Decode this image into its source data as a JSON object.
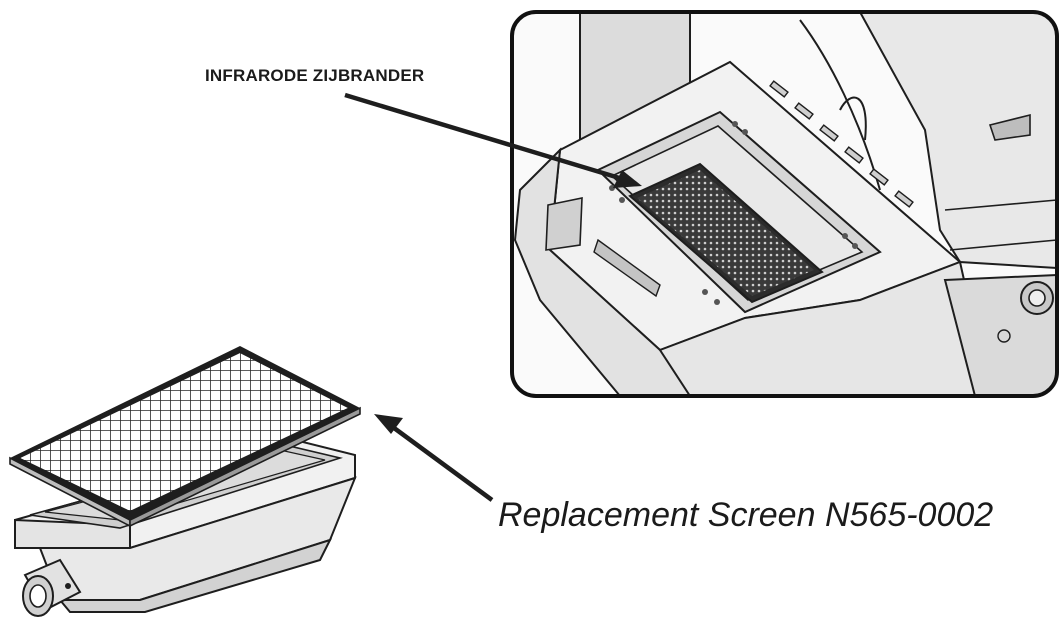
{
  "labels": {
    "side_burner": "INFRARODE ZIJBRANDER",
    "replacement_screen": "Replacement Screen N565-0002"
  },
  "colors": {
    "line": "#1e1e1e",
    "metal_light": "#ededed",
    "metal_mid": "#d6d6d6",
    "metal_dark": "#9a9a9a",
    "grid": "#2a2a2a"
  },
  "icons": {
    "burner": "infrared-burner-illustration",
    "grill": "grill-side-burner-illustration"
  }
}
